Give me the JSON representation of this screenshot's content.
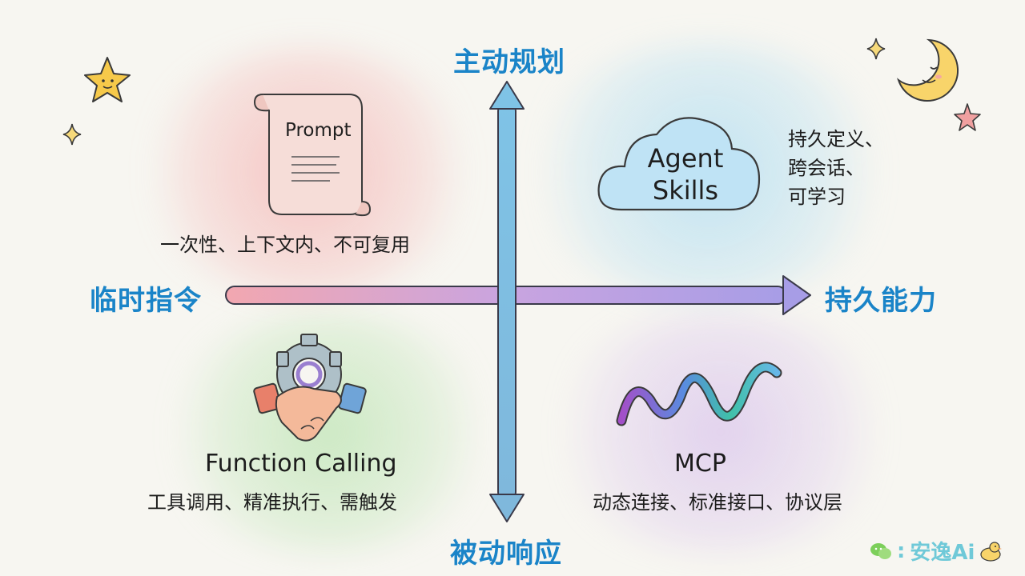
{
  "axes": {
    "top": "主动规划",
    "bottom": "被动响应",
    "left": "临时指令",
    "right": "持久能力"
  },
  "quadrants": {
    "prompt": {
      "icon_label": "Prompt",
      "description": "一次性、上下文内、不可复用"
    },
    "skills": {
      "title_line1": "Agent",
      "title_line2": "Skills",
      "desc_lines": [
        "持久定义、",
        "跨会话、",
        "可学习"
      ]
    },
    "function_calling": {
      "title": "Function Calling",
      "description": "工具调用、精准执行、需触发"
    },
    "mcp": {
      "title": "MCP",
      "description": "动态连接、标准接口、协议层"
    }
  },
  "watermark": {
    "text": "安逸Ai",
    "separator": ":"
  },
  "colors": {
    "axis_label": "#1a84c8",
    "prompt_bg": "#f4aaaa",
    "skills_bg": "#a5daf2",
    "function_bg": "#b4e2aa",
    "mcp_bg": "#d6beec",
    "watermark": "#6fc9d8"
  },
  "icons": [
    "star-icon",
    "sparkle-icon",
    "moon-icon",
    "scroll-icon",
    "cloud-icon",
    "gear-handshake-icon",
    "wave-icon",
    "wechat-icon",
    "duck-icon"
  ]
}
